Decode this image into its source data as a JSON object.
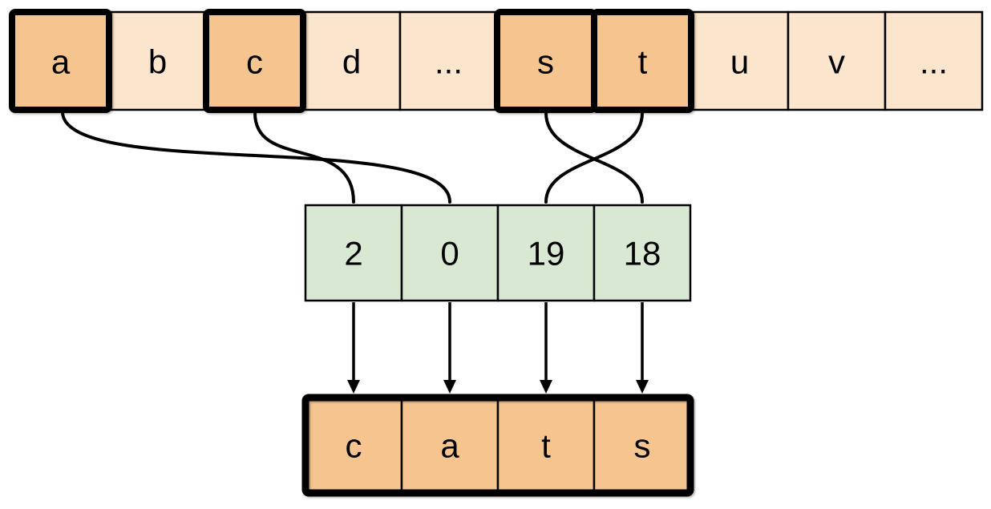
{
  "diagram": {
    "kind": "character-to-index mapping",
    "word": "cats"
  },
  "colors": {
    "background": "#ffffff",
    "cell_normal": "#fbe5cc",
    "cell_highlight": "#f6c58f",
    "cell_index": "#d9e8d2",
    "stroke": "#000000"
  },
  "alphabet_row": {
    "cells": [
      {
        "label": "a",
        "highlighted": true
      },
      {
        "label": "b",
        "highlighted": false
      },
      {
        "label": "c",
        "highlighted": true
      },
      {
        "label": "d",
        "highlighted": false
      },
      {
        "label": "...",
        "highlighted": false
      },
      {
        "label": "s",
        "highlighted": true
      },
      {
        "label": "t",
        "highlighted": true
      },
      {
        "label": "u",
        "highlighted": false
      },
      {
        "label": "v",
        "highlighted": false
      },
      {
        "label": "...",
        "highlighted": false
      }
    ]
  },
  "index_row": {
    "cells": [
      {
        "label": "2"
      },
      {
        "label": "0"
      },
      {
        "label": "19"
      },
      {
        "label": "18"
      }
    ]
  },
  "output_row": {
    "cells": [
      {
        "label": "c"
      },
      {
        "label": "a"
      },
      {
        "label": "t"
      },
      {
        "label": "s"
      }
    ]
  },
  "curve_connections": [
    {
      "from_letter": "a",
      "to_index": "0"
    },
    {
      "from_letter": "c",
      "to_index": "2"
    },
    {
      "from_letter": "s",
      "to_index": "18"
    },
    {
      "from_letter": "t",
      "to_index": "19"
    }
  ],
  "arrow_connections": [
    {
      "from_index": "2",
      "to_output": "c"
    },
    {
      "from_index": "0",
      "to_output": "a"
    },
    {
      "from_index": "19",
      "to_output": "t"
    },
    {
      "from_index": "18",
      "to_output": "s"
    }
  ]
}
